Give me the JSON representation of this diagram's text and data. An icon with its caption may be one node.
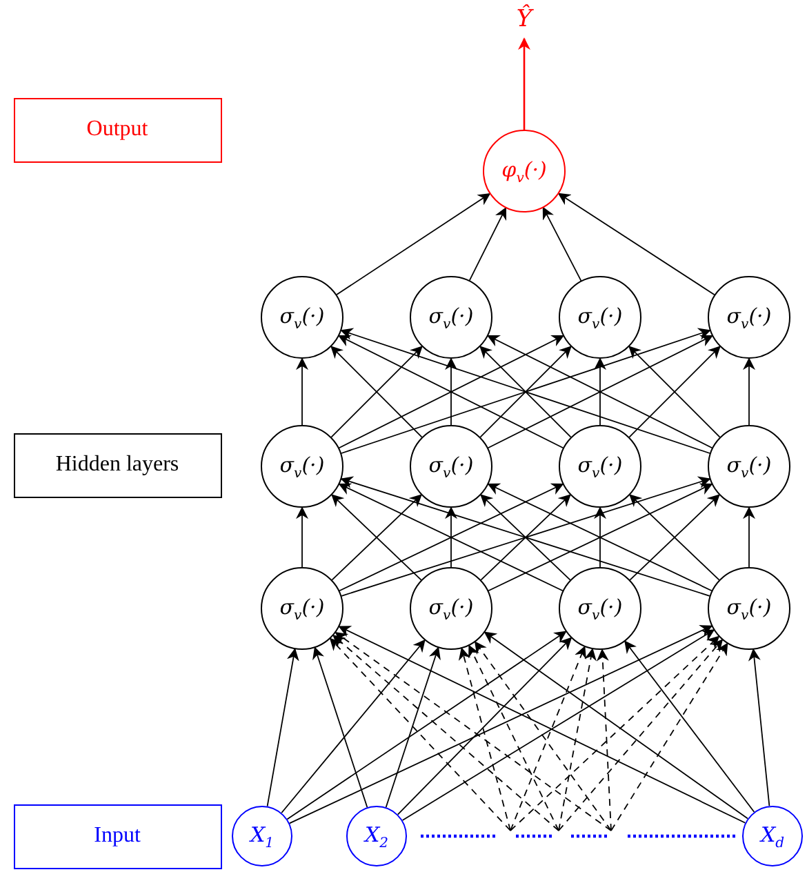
{
  "diagram": {
    "nodes": [
      {
        "text": [
          "Ŷ"
        ]
      },
      {
        "text": [
          "Output"
        ]
      },
      {
        "text": [
          "φ$_{v}$(·)"
        ]
      },
      {
        "text": [
          "σ$_{v}$(·)"
        ]
      },
      {
        "text": [
          "σ$_{v}$(·)"
        ]
      },
      {
        "text": [
          "σ$_{v}$(·)"
        ]
      },
      {
        "text": [
          "σ$_{v}$(·)"
        ]
      },
      {
        "text": [
          "Hidden layers"
        ]
      },
      {
        "text": [
          "σ$_{v}$(·)"
        ]
      },
      {
        "text": [
          "σ$_{v}$(·)"
        ]
      },
      {
        "text": [
          "σ$_{v}$(·)"
        ]
      },
      {
        "text": [
          "σ$_{v}$(·)"
        ]
      },
      {
        "text": [
          "σ$_{v}$(·)"
        ]
      },
      {
        "text": [
          "σ$_{v}$(·)"
        ]
      },
      {
        "text": [
          "σ$_{v}$(·)"
        ]
      },
      {
        "text": [
          "σ$_{v}$(·)"
        ]
      },
      {
        "text": [
          "Input"
        ]
      },
      {
        "text": [
          "X$_{1}$"
        ]
      },
      {
        "text": [
          "X$_{2}$"
        ]
      },
      {
        "text": [
          "X$_{d}$"
        ]
      }
    ],
    "edges": [
      {
        "from": 2,
        "to": 0,
        "arrow": "to",
        "color": "#ff0000"
      },
      {
        "from": 3,
        "to": 2,
        "arrow": "to"
      },
      {
        "from": 4,
        "to": 2,
        "arrow": "to"
      },
      {
        "from": 5,
        "to": 2,
        "arrow": "to"
      },
      {
        "from": 6,
        "to": 2,
        "arrow": "to"
      },
      {
        "from": 8,
        "to": 3,
        "arrow": "to"
      },
      {
        "from": 8,
        "to": 4,
        "arrow": "to"
      },
      {
        "from": 8,
        "to": 5,
        "arrow": "to"
      },
      {
        "from": 8,
        "to": 6,
        "arrow": "to"
      },
      {
        "from": 9,
        "to": 3,
        "arrow": "to"
      },
      {
        "from": 9,
        "to": 4,
        "arrow": "to"
      },
      {
        "from": 9,
        "to": 5,
        "arrow": "to"
      },
      {
        "from": 9,
        "to": 6,
        "arrow": "to"
      },
      {
        "from": 10,
        "to": 3,
        "arrow": "to"
      },
      {
        "from": 10,
        "to": 4,
        "arrow": "to"
      },
      {
        "from": 10,
        "to": 5,
        "arrow": "to"
      },
      {
        "from": 10,
        "to": 6,
        "arrow": "to"
      },
      {
        "from": 11,
        "to": 3,
        "arrow": "to"
      },
      {
        "from": 11,
        "to": 4,
        "arrow": "to"
      },
      {
        "from": 11,
        "to": 5,
        "arrow": "to"
      },
      {
        "from": 11,
        "to": 6,
        "arrow": "to"
      },
      {
        "from": 12,
        "to": 8,
        "arrow": "to"
      },
      {
        "from": 12,
        "to": 9,
        "arrow": "to"
      },
      {
        "from": 12,
        "to": 10,
        "arrow": "to"
      },
      {
        "from": 12,
        "to": 11,
        "arrow": "to"
      },
      {
        "from": 13,
        "to": 8,
        "arrow": "to"
      },
      {
        "from": 13,
        "to": 9,
        "arrow": "to"
      },
      {
        "from": 13,
        "to": 10,
        "arrow": "to"
      },
      {
        "from": 13,
        "to": 11,
        "arrow": "to"
      },
      {
        "from": 14,
        "to": 8,
        "arrow": "to"
      },
      {
        "from": 14,
        "to": 9,
        "arrow": "to"
      },
      {
        "from": 14,
        "to": 10,
        "arrow": "to"
      },
      {
        "from": 14,
        "to": 11,
        "arrow": "to"
      },
      {
        "from": 15,
        "to": 8,
        "arrow": "to"
      },
      {
        "from": 15,
        "to": 9,
        "arrow": "to"
      },
      {
        "from": 15,
        "to": 10,
        "arrow": "to"
      },
      {
        "from": 15,
        "to": 11,
        "arrow": "to"
      },
      {
        "from": 17,
        "to": 12,
        "arrow": "to"
      },
      {
        "from": 17,
        "to": 13,
        "arrow": "to"
      },
      {
        "from": 17,
        "to": 14,
        "arrow": "to"
      },
      {
        "from": 17,
        "to": 15,
        "arrow": "to"
      },
      {
        "from": 18,
        "to": 12,
        "arrow": "to"
      },
      {
        "from": 18,
        "to": 13,
        "arrow": "to"
      },
      {
        "from": 18,
        "to": 14,
        "arrow": "to"
      },
      {
        "from": 18,
        "to": 15,
        "arrow": "to"
      },
      {
        "from": 19,
        "to": 12,
        "arrow": "to"
      },
      {
        "from": 19,
        "to": 13,
        "arrow": "to"
      },
      {
        "from": 19,
        "to": 14,
        "arrow": "to"
      },
      {
        "from": 19,
        "to": 15,
        "arrow": "to"
      },
      {
        "from": null,
        "to": 12,
        "arrow": "to",
        "style": "dashed"
      },
      {
        "from": null,
        "to": 12,
        "arrow": "to",
        "style": "dashed"
      },
      {
        "from": null,
        "to": 12,
        "arrow": "to",
        "style": "dashed"
      },
      {
        "from": null,
        "to": 13,
        "arrow": "to",
        "style": "dashed"
      },
      {
        "from": null,
        "to": 13,
        "arrow": "to",
        "style": "dashed"
      },
      {
        "from": null,
        "to": 13,
        "arrow": "to",
        "style": "dashed"
      },
      {
        "from": null,
        "to": 14,
        "arrow": "to",
        "style": "dashed"
      },
      {
        "from": null,
        "to": 14,
        "arrow": "to",
        "style": "dashed"
      },
      {
        "from": null,
        "to": 14,
        "arrow": "to",
        "style": "dashed"
      },
      {
        "from": null,
        "to": 15,
        "arrow": "to",
        "style": "dashed"
      },
      {
        "from": null,
        "to": 15,
        "arrow": "to",
        "style": "dashed"
      },
      {
        "from": null,
        "to": 15,
        "arrow": "to",
        "style": "dashed"
      }
    ]
  }
}
